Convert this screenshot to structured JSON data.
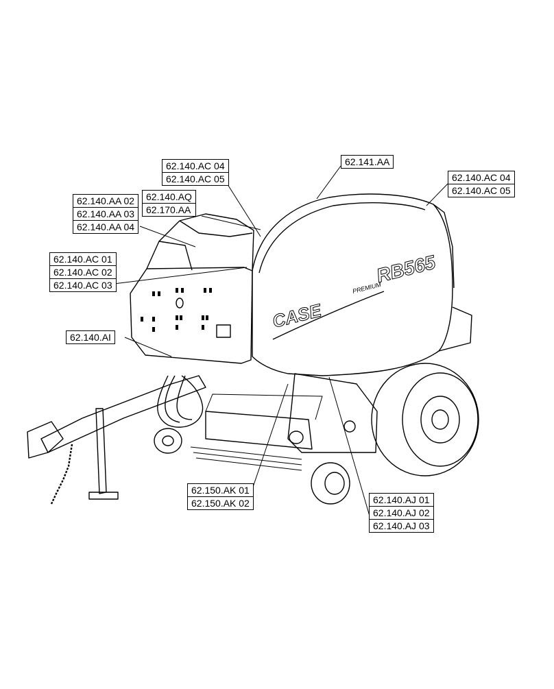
{
  "callouts": {
    "ac_top": [
      "62.140.AC 04",
      "62.140.AC 05"
    ],
    "aa_main": [
      "62.141.AA"
    ],
    "ac_right": [
      "62.140.AC 04",
      "62.140.AC 05"
    ],
    "aq": [
      "62.140.AQ",
      "62.170.AA"
    ],
    "aa_left": [
      "62.140.AA 02",
      "62.140.AA 03",
      "62.140.AA 04"
    ],
    "ac_left": [
      "62.140.AC 01",
      "62.140.AC 02",
      "62.140.AC 03"
    ],
    "ai": [
      "62.140.AI"
    ],
    "ak": [
      "62.150.AK 01",
      "62.150.AK 02"
    ],
    "aj": [
      "62.140.AJ 01",
      "62.140.AJ 02",
      "62.140.AJ 03"
    ]
  },
  "branding": {
    "case_logo": "CASE",
    "model": "RB565",
    "premium": "PREMIUM"
  }
}
